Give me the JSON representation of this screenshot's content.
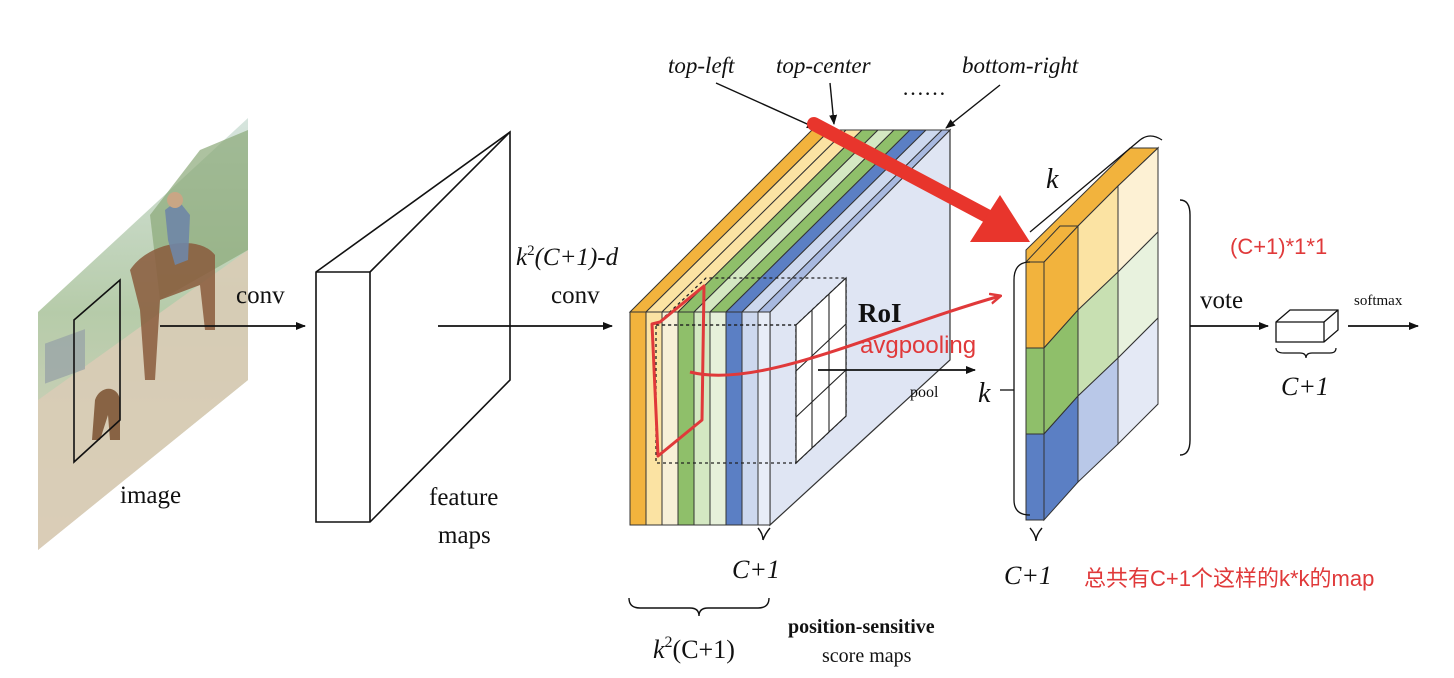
{
  "labels": {
    "image": "image",
    "conv1": "conv",
    "feature_maps_1": "feature",
    "feature_maps_2": "maps",
    "conv2_top_k": "k",
    "conv2_top_sup": "2",
    "conv2_top_rest": "(C+1)-d",
    "conv2_bottom": "conv",
    "top_left": "top-left",
    "top_center": "top-center",
    "bottom_right": "bottom-right",
    "dots": "……",
    "roi": "RoI",
    "pool": "pool",
    "k_top": "k",
    "k_left": "k",
    "vote": "vote",
    "softmax": "softmax",
    "c1_bottom_stack": "C+1",
    "c1_bottom_grid": "C+1",
    "c1_output": "C+1",
    "k2_c1_k": "k",
    "k2_c1_sup": "2",
    "k2_c1_rest": "(C+1)",
    "psm_title": "position-sensitive",
    "psm_subtitle": "score maps"
  },
  "annotations": {
    "avgpooling": "avgpooling",
    "output_shape": "(C+1)*1*1",
    "note": "总共有C+1个这样的k*k的map"
  },
  "colors": {
    "yellow": "#f2b33d",
    "light_yellow": "#fbe3a3",
    "green": "#8fbf6a",
    "light_green": "#d4e8c2",
    "blue": "#5b7fc4",
    "light_blue": "#cdd8ee",
    "annotation_red": "#e0393a"
  }
}
